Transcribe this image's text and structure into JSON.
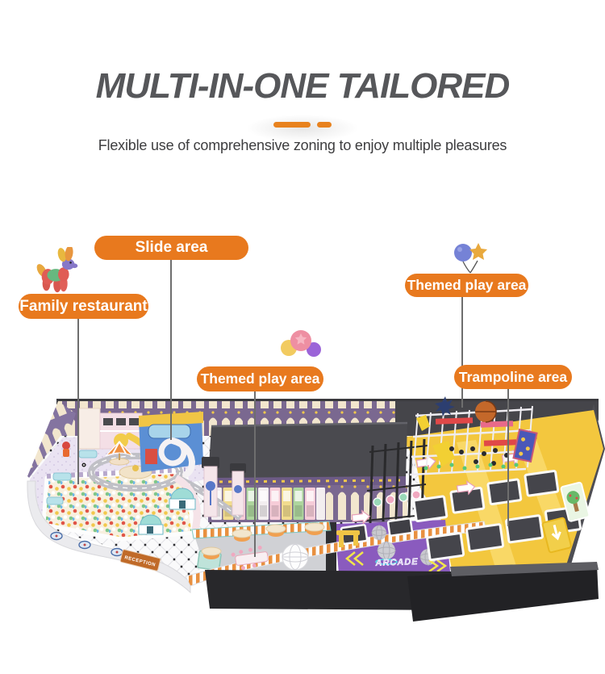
{
  "header": {
    "title": "MULTI-IN-ONE TAILORED",
    "subtitle": "Flexible use of comprehensive zoning to enjoy multiple pleasures"
  },
  "labels": [
    {
      "id": "slide-area",
      "text": "Slide area"
    },
    {
      "id": "family-restaurant",
      "text": "Family restaurant"
    },
    {
      "id": "themed-play-area-center",
      "text": "Themed play area"
    },
    {
      "id": "themed-play-area-right",
      "text": "Themed play area"
    },
    {
      "id": "trampoline-area",
      "text": "Trampoline area"
    }
  ],
  "floorplan": {
    "reception_sign": "RECEPTION",
    "arcade_sign": "ARCADE"
  },
  "decorations": {
    "icons": [
      "balloon-dog-icon",
      "balloon-cluster-icon",
      "balloon-star-pair-icon"
    ]
  },
  "colors": {
    "accent_orange": "#E8791E",
    "divider_orange": "#E8821E",
    "title_gray": "#56575A",
    "subtitle_gray": "#3D3D3F",
    "connector_gray": "#6E6E6E",
    "roof_dark": "#4A4A4F",
    "wall_purple": "#7A6890",
    "trampoline_yellow": "#F3C73E",
    "arcade_purple": "#8A5BBE"
  }
}
